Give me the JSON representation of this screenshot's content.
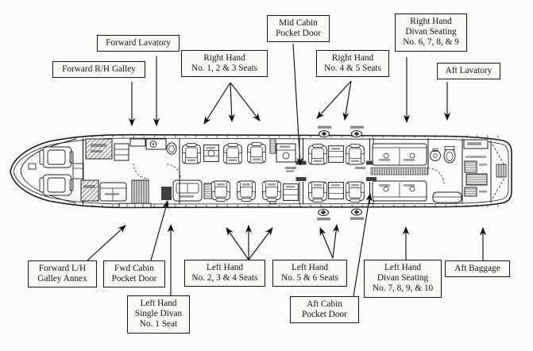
{
  "diagram": {
    "kind": "aircraft-cabin-floor-plan-callout-diagram"
  },
  "colors": {
    "ink": "#1b1b1b",
    "paper": "#fcfbf9",
    "box_background": "#faf9f6"
  },
  "plan_features": [
    "cockpit-with-crew-seats",
    "forward-galley",
    "forward-lavatory",
    "cabin-club-seats",
    "divan-seating",
    "pocket-doors",
    "overwing-emergency-exits",
    "aft-lavatory",
    "aft-baggage-compartment"
  ],
  "callouts": {
    "forward_lavatory": {
      "lines": [
        "Forward Lavatory"
      ]
    },
    "forward_rh_galley": {
      "lines": [
        "Forward R/H Galley"
      ]
    },
    "right_hand_seats_123": {
      "lines": [
        "Right Hand",
        "No. 1, 2 & 3 Seats"
      ]
    },
    "mid_cabin_pocket_door": {
      "lines": [
        "Mid Cabin",
        "Pocket Door"
      ]
    },
    "right_hand_seats_45": {
      "lines": [
        "Right Hand",
        "No. 4 & 5 Seats"
      ]
    },
    "right_hand_divan": {
      "lines": [
        "Right Hand",
        "Divan Seating",
        "No. 6, 7, 8, & 9"
      ]
    },
    "aft_lavatory": {
      "lines": [
        "Aft Lavatory"
      ]
    },
    "forward_lh_galley_annex": {
      "lines": [
        "Forward L/H",
        "Galley Annex"
      ]
    },
    "fwd_cabin_pocket_door": {
      "lines": [
        "Fwd Cabin",
        "Pocket Door"
      ]
    },
    "left_hand_single_divan": {
      "lines": [
        "Left Hand",
        "Single Divan",
        "No. 1 Seat"
      ]
    },
    "left_hand_seats_234": {
      "lines": [
        "Left Hand",
        "No. 2, 3 & 4 Seats"
      ]
    },
    "left_hand_seats_56": {
      "lines": [
        "Left Hand",
        "No. 5 & 6 Seats"
      ]
    },
    "aft_cabin_pocket_door": {
      "lines": [
        "Aft Cabin",
        "Pocket Door"
      ]
    },
    "left_hand_divan": {
      "lines": [
        "Left Hand",
        "Divan Seating",
        "No. 7, 8, 9, & 10"
      ]
    },
    "aft_baggage": {
      "lines": [
        "Aft Baggage"
      ]
    }
  }
}
